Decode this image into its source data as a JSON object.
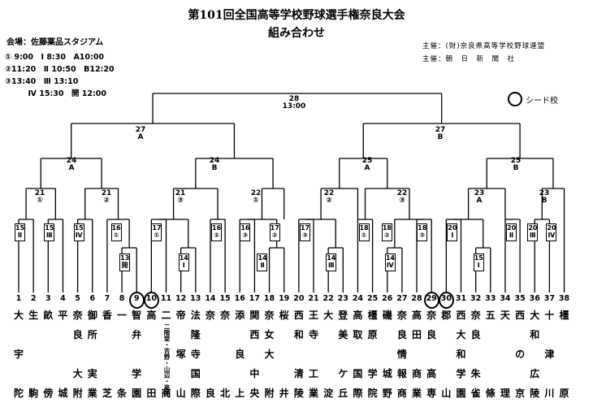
{
  "header": {
    "title": "第101回全国高等学校野球選手権奈良大会",
    "subtitle": "組み合わせ",
    "venue": "会場：佐藤薬品スタジアム",
    "organizer1": "主催：(財)奈良県高等学校野球連盟",
    "organizer2": "主催：朝　日　新　聞　社"
  },
  "schedule": [
    "① 9:00　Ⅰ 8:30　A10:00",
    "②11:20　Ⅱ 10:50　B12:20",
    "③13:40　Ⅲ 13:10",
    "　　　Ⅳ 15:30　開 12:00"
  ],
  "seed_legend": "シード校",
  "games": {
    "g28": {
      "num": "28",
      "time": "13:00"
    },
    "g27a": {
      "num": "27",
      "slot": "A"
    },
    "g27b": {
      "num": "27",
      "slot": "B"
    },
    "g24a": {
      "num": "24",
      "slot": "A"
    },
    "g24b": {
      "num": "24",
      "slot": "B"
    },
    "g25a": {
      "num": "25",
      "slot": "A"
    },
    "g25b": {
      "num": "25",
      "slot": "B"
    },
    "g21_1": {
      "num": "21",
      "slot": "①"
    },
    "g21_2": {
      "num": "21",
      "slot": "②"
    },
    "g21_3": {
      "num": "21",
      "slot": "③"
    },
    "g22_1": {
      "num": "22",
      "slot": "①"
    },
    "g22_2": {
      "num": "22",
      "slot": "②"
    },
    "g22_3": {
      "num": "22",
      "slot": "③"
    },
    "g23a": {
      "num": "23",
      "slot": "A"
    },
    "g23b": {
      "num": "23",
      "slot": "B"
    }
  },
  "r1_boxes": [
    {
      "num": "15",
      "slot": "Ⅱ"
    },
    {
      "num": "15",
      "slot": "Ⅲ"
    },
    {
      "num": "15",
      "slot": "Ⅳ"
    },
    {
      "num": "16",
      "slot": "①"
    },
    {
      "num": "13",
      "slot": "開"
    },
    {
      "num": "17",
      "slot": "①"
    },
    {
      "num": "14",
      "slot": "Ⅰ"
    },
    {
      "num": "16",
      "slot": "②"
    },
    {
      "num": "16",
      "slot": "③"
    },
    {
      "num": "17",
      "slot": "②"
    },
    {
      "num": "14",
      "slot": "Ⅱ"
    },
    {
      "num": "17",
      "slot": "③"
    },
    {
      "num": "14",
      "slot": "Ⅲ"
    },
    {
      "num": "18",
      "slot": "①"
    },
    {
      "num": "18",
      "slot": "②"
    },
    {
      "num": "14",
      "slot": "Ⅳ"
    },
    {
      "num": "18",
      "slot": "③"
    },
    {
      "num": "20",
      "slot": "Ⅰ"
    },
    {
      "num": "15",
      "slot": "Ⅰ"
    },
    {
      "num": "20",
      "slot": "Ⅱ"
    },
    {
      "num": "20",
      "slot": "Ⅲ"
    },
    {
      "num": "20",
      "slot": "Ⅳ"
    }
  ],
  "teams": [
    {
      "n": "1",
      "name": [
        "大",
        "",
        "宇",
        "",
        "陀"
      ]
    },
    {
      "n": "2",
      "name": [
        "生",
        "",
        "",
        "",
        "駒"
      ]
    },
    {
      "n": "3",
      "name": [
        "畝",
        "",
        "",
        "",
        "傍"
      ]
    },
    {
      "n": "4",
      "name": [
        "平",
        "",
        "",
        "",
        "城"
      ]
    },
    {
      "n": "5",
      "name": [
        "奈",
        "良",
        "",
        "大",
        "附"
      ]
    },
    {
      "n": "6",
      "name": [
        "御",
        "所",
        "",
        "実",
        "業"
      ]
    },
    {
      "n": "7",
      "name": [
        "香",
        "",
        "",
        "",
        "芝"
      ]
    },
    {
      "n": "8",
      "name": [
        "一",
        "",
        "",
        "",
        "条"
      ]
    },
    {
      "n": "9",
      "name": [
        "智",
        "弁",
        "",
        "学",
        "園"
      ]
    },
    {
      "n": "10",
      "name": [
        "高",
        "",
        "",
        "",
        "田"
      ]
    },
    {
      "n": "11",
      "name": [
        "二",
        "",
        "",
        "",
        "商"
      ]
    },
    {
      "n": "12",
      "name": [
        "帝",
        "",
        "塚",
        "",
        "山"
      ]
    },
    {
      "n": "13",
      "name": [
        "法",
        "隆",
        "寺",
        "国",
        "際"
      ]
    },
    {
      "n": "14",
      "name": [
        "奈",
        "",
        "",
        "",
        "良"
      ]
    },
    {
      "n": "15",
      "name": [
        "奈",
        "",
        "",
        "",
        "北"
      ]
    },
    {
      "n": "16",
      "name": [
        "添",
        "",
        "良",
        "",
        "上"
      ]
    },
    {
      "n": "17",
      "name": [
        "関",
        "西",
        "",
        "中",
        "央"
      ]
    },
    {
      "n": "18",
      "name": [
        "奈",
        "女",
        "大",
        "",
        "附"
      ]
    },
    {
      "n": "19",
      "name": [
        "桜",
        "",
        "",
        "",
        "井"
      ]
    },
    {
      "n": "20",
      "name": [
        "西",
        "和",
        "",
        "清",
        "陵"
      ]
    },
    {
      "n": "21",
      "name": [
        "王",
        "寺",
        "",
        "工",
        "業"
      ]
    },
    {
      "n": "22",
      "name": [
        "大",
        "",
        "",
        "",
        "淀"
      ]
    },
    {
      "n": "23",
      "name": [
        "登",
        "美",
        "",
        "ケ",
        "丘"
      ]
    },
    {
      "n": "24",
      "name": [
        "高",
        "取",
        "",
        "国",
        "際"
      ]
    },
    {
      "n": "25",
      "name": [
        "橿",
        "原",
        "",
        "学",
        "院"
      ]
    },
    {
      "n": "26",
      "name": [
        "磯",
        "",
        "",
        "城",
        "野"
      ]
    },
    {
      "n": "27",
      "name": [
        "奈",
        "良",
        "情",
        "報",
        "商"
      ]
    },
    {
      "n": "28",
      "name": [
        "高",
        "田",
        "",
        "商",
        "業"
      ]
    },
    {
      "n": "29",
      "name": [
        "奈",
        "良",
        "",
        "高",
        "専"
      ]
    },
    {
      "n": "30",
      "name": [
        "郡",
        "",
        "",
        "",
        "山"
      ]
    },
    {
      "n": "31",
      "name": [
        "西",
        "大",
        "和",
        "学",
        "園"
      ]
    },
    {
      "n": "32",
      "name": [
        "奈",
        "良",
        "",
        "朱",
        "雀"
      ]
    },
    {
      "n": "33",
      "name": [
        "五",
        "",
        "",
        "",
        "條"
      ]
    },
    {
      "n": "34",
      "name": [
        "天",
        "",
        "",
        "",
        "理"
      ]
    },
    {
      "n": "35",
      "name": [
        "西",
        "",
        "の",
        "",
        "京"
      ]
    },
    {
      "n": "36",
      "name": [
        "大",
        "和",
        "",
        "広",
        "陵"
      ]
    },
    {
      "n": "37",
      "name": [
        "十",
        "",
        "津",
        "",
        "川"
      ]
    },
    {
      "n": "38",
      "name": [
        "橿",
        "",
        "",
        "",
        "原"
      ]
    }
  ],
  "team11_note": "二階堂・吉野・山辺・高円",
  "seeds": [
    "9",
    "10",
    "29",
    "30"
  ]
}
